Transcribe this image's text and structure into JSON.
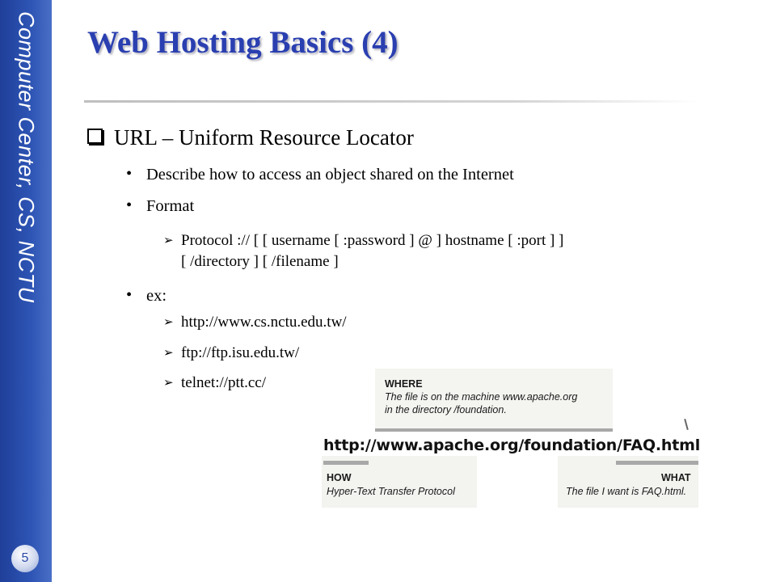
{
  "sidebar": {
    "text": "Computer Center, CS, NCTU",
    "page_number": "5"
  },
  "title": "Web Hosting Basics (4)",
  "main_bullet": "URL – Uniform Resource Locator",
  "bullets": {
    "describe": "Describe how to access an object shared on the Internet",
    "format": "Format",
    "format_line1": "Protocol :// [ [ username [ :password ] @ ] hostname [ :port ] ]",
    "format_line2": "[ /directory ] [ /filename ]",
    "ex": "ex:",
    "examples": [
      "http://www.cs.nctu.edu.tw/",
      "ftp://ftp.isu.edu.tw/",
      "telnet://ptt.cc/"
    ]
  },
  "diagram": {
    "where_label": "WHERE",
    "where_line1": "The file is on the machine www.apache.org",
    "where_line2": "in the directory /foundation.",
    "url": "http://www.apache.org/foundation/FAQ.html",
    "how_label": "HOW",
    "how_desc": "Hyper-Text Transfer Protocol",
    "what_label": "WHAT",
    "what_desc": "The file I want is FAQ.html."
  },
  "colors": {
    "sidebar": "#2e55b5",
    "title": "#2a3fb0"
  }
}
